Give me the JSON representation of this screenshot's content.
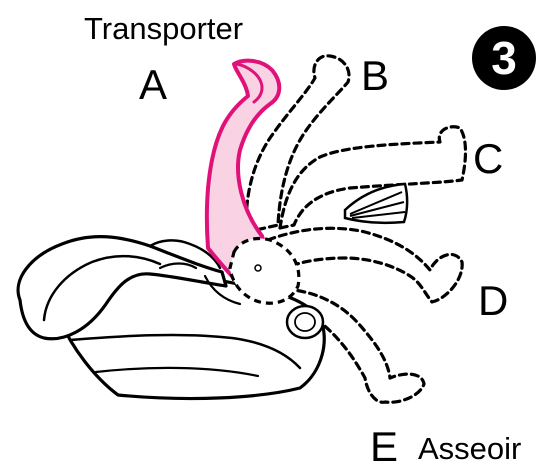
{
  "figure": {
    "step_number": "3",
    "positions": {
      "a": {
        "letter": "A",
        "name": "Transporter"
      },
      "b": {
        "letter": "B"
      },
      "c": {
        "letter": "C"
      },
      "d": {
        "letter": "D"
      },
      "e": {
        "letter": "E",
        "name": "Asseoir"
      }
    },
    "colors": {
      "handle_stroke": "#e0127a",
      "handle_fill": "#f9d2e3",
      "outline": "#000000"
    }
  }
}
